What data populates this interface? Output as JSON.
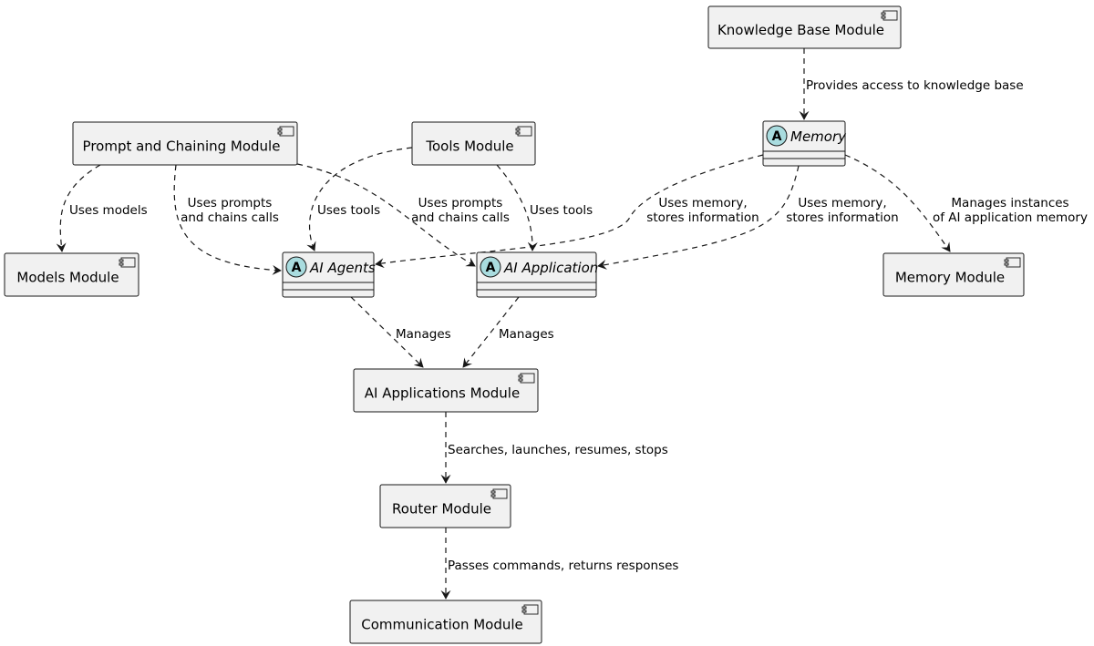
{
  "diagram": {
    "nodes": [
      {
        "id": "knowledge_base",
        "label": "Knowledge Base Module",
        "kind": "component"
      },
      {
        "id": "memory",
        "label": "Memory",
        "kind": "abstract",
        "stereotype_letter": "A"
      },
      {
        "id": "prompt_chaining",
        "label": "Prompt and Chaining Module",
        "kind": "component"
      },
      {
        "id": "tools",
        "label": "Tools Module",
        "kind": "component"
      },
      {
        "id": "models",
        "label": "Models Module",
        "kind": "component"
      },
      {
        "id": "ai_agents",
        "label": "AI Agents",
        "kind": "abstract",
        "stereotype_letter": "A"
      },
      {
        "id": "ai_application",
        "label": "AI Application",
        "kind": "abstract",
        "stereotype_letter": "A"
      },
      {
        "id": "memory_module",
        "label": "Memory Module",
        "kind": "component"
      },
      {
        "id": "ai_apps_module",
        "label": "AI Applications Module",
        "kind": "component"
      },
      {
        "id": "router",
        "label": "Router Module",
        "kind": "component"
      },
      {
        "id": "communication",
        "label": "Communication Module",
        "kind": "component"
      }
    ],
    "edges": [
      {
        "id": "kb-mem",
        "from": "knowledge_base",
        "to": "memory",
        "label": [
          "Provides access to knowledge base"
        ]
      },
      {
        "id": "pc-models",
        "from": "prompt_chaining",
        "to": "models",
        "label": [
          "Uses models"
        ]
      },
      {
        "id": "pc-agents",
        "from": "prompt_chaining",
        "to": "ai_agents",
        "label": [
          "Uses prompts",
          "and chains calls"
        ]
      },
      {
        "id": "pc-app",
        "from": "prompt_chaining",
        "to": "ai_application",
        "label": [
          "Uses prompts",
          "and chains calls"
        ]
      },
      {
        "id": "tools-agents",
        "from": "tools",
        "to": "ai_agents",
        "label": [
          "Uses tools"
        ]
      },
      {
        "id": "tools-app",
        "from": "tools",
        "to": "ai_application",
        "label": [
          "Uses tools"
        ]
      },
      {
        "id": "mem-agents",
        "from": "memory",
        "to": "ai_agents",
        "label": [
          "Uses memory,",
          "stores information"
        ]
      },
      {
        "id": "mem-app",
        "from": "memory",
        "to": "ai_application",
        "label": [
          "Uses memory,",
          "stores information"
        ]
      },
      {
        "id": "mem-memmodule",
        "from": "memory",
        "to": "memory_module",
        "label": [
          "Manages instances",
          "of AI application memory"
        ]
      },
      {
        "id": "agents-aam",
        "from": "ai_agents",
        "to": "ai_apps_module",
        "label": [
          "Manages"
        ]
      },
      {
        "id": "app-aam",
        "from": "ai_application",
        "to": "ai_apps_module",
        "label": [
          "Manages"
        ]
      },
      {
        "id": "aam-router",
        "from": "ai_apps_module",
        "to": "router",
        "label": [
          "Searches, launches, resumes, stops"
        ]
      },
      {
        "id": "router-comm",
        "from": "router",
        "to": "communication",
        "label": [
          "Passes commands, returns responses"
        ]
      }
    ],
    "colors": {
      "node_fill": "#f1f1f1",
      "node_border": "#181818",
      "edge": "#181818",
      "stereotype_circle": "#a9dcdf",
      "background": "#ffffff"
    }
  }
}
